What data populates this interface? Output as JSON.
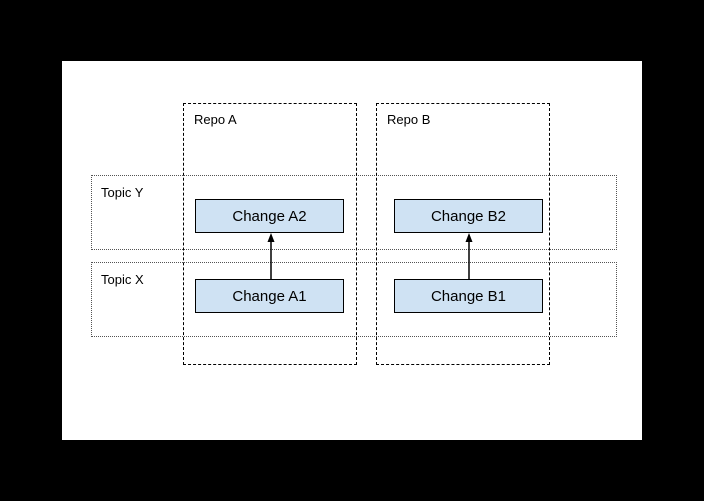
{
  "diagram": {
    "repos": [
      {
        "label": "Repo A"
      },
      {
        "label": "Repo B"
      }
    ],
    "topics": [
      {
        "label": "Topic Y"
      },
      {
        "label": "Topic X"
      }
    ],
    "changes": [
      {
        "label": "Change A2"
      },
      {
        "label": "Change B2"
      },
      {
        "label": "Change A1"
      },
      {
        "label": "Change B1"
      }
    ],
    "arrows": [
      {
        "from": "Change A1",
        "to": "Change A2"
      },
      {
        "from": "Change B1",
        "to": "Change B2"
      }
    ],
    "colors": {
      "page_background": "#000000",
      "canvas_background": "#ffffff",
      "change_box_fill": "#cfe2f3",
      "change_box_border": "#000000",
      "repo_border": "#000000",
      "topic_border": "#545454",
      "text": "#000000"
    }
  }
}
